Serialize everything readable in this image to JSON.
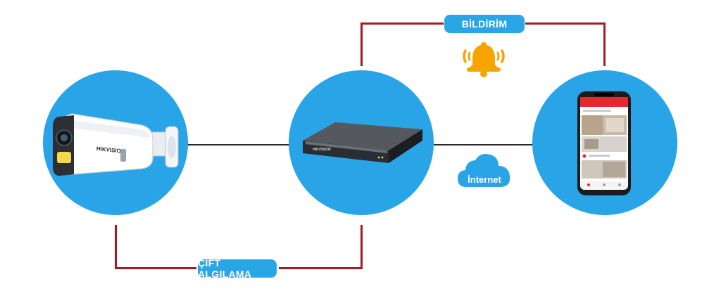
{
  "labels": {
    "notification": "BİLDİRİM",
    "dual_detection": "ÇİFT ALGILAMA",
    "internet": "İnternet"
  },
  "camera": {
    "brand": "HIKVISION"
  },
  "dvr": {
    "brand": "HIKVISION"
  },
  "icons": [
    "bell-icon",
    "cloud-icon"
  ],
  "colors": {
    "circle": "#29a4e6",
    "pill": "#2aa5e6",
    "connector": "#a31c24",
    "wire": "#2a2a2a",
    "bell": "#f6a500",
    "phone_accent": "#e8262b"
  }
}
